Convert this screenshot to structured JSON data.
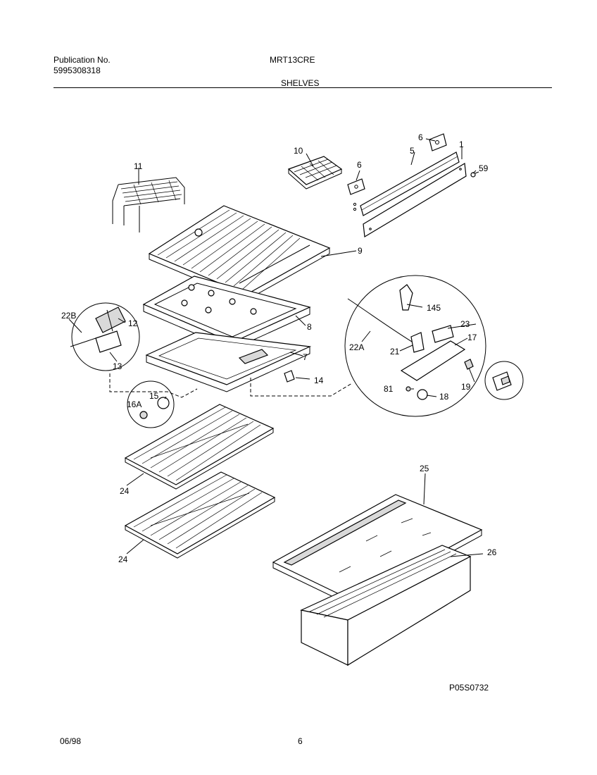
{
  "header": {
    "publication_label": "Publication No.",
    "publication_number": "5995308318",
    "model": "MRT13CRE",
    "section_title": "SHELVES"
  },
  "footer": {
    "date": "06/98",
    "page_number": "6",
    "figure_id": "P05S0732"
  },
  "callouts": {
    "c1": "1",
    "c5": "5",
    "c6a": "6",
    "c6b": "6",
    "c7": "7",
    "c8": "8",
    "c9": "9",
    "c10": "10",
    "c11": "11",
    "c12": "12",
    "c13": "13",
    "c14": "14",
    "c15": "15",
    "c16a": "16A",
    "c17": "17",
    "c18": "18",
    "c19": "19",
    "c21": "21",
    "c22a": "22A",
    "c22b": "22B",
    "c23": "23",
    "c24a": "24",
    "c24b": "24",
    "c25": "25",
    "c26": "26",
    "c59": "59",
    "c81": "81",
    "c145": "145"
  }
}
